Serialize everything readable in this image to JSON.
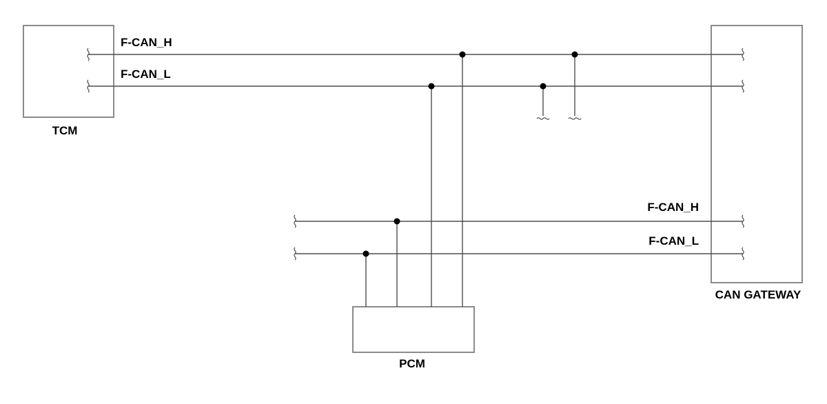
{
  "modules": {
    "tcm": {
      "label": "TCM"
    },
    "pcm": {
      "label": "PCM"
    },
    "gateway": {
      "label": "CAN GATEWAY"
    }
  },
  "signals": {
    "upper_high": "F-CAN_H",
    "upper_low": "F-CAN_L",
    "lower_high": "F-CAN_H",
    "lower_low": "F-CAN_L"
  },
  "colors": {
    "box_stroke": "#8a8a8a",
    "wire": "#4d4d4d",
    "node": "#000000",
    "text": "#000000"
  }
}
